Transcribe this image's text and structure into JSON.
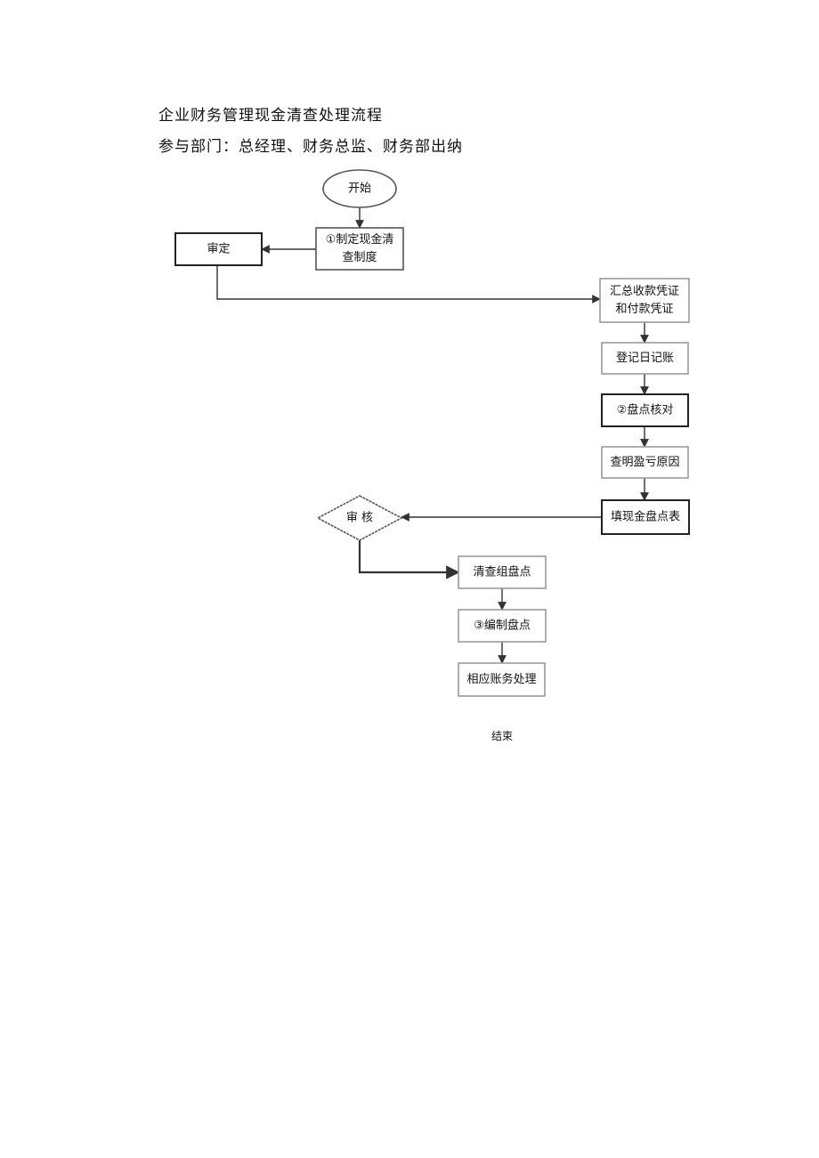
{
  "document": {
    "title": "企业财务管理现金清查处理流程",
    "departments": "参与部门：总经理、财务总监、财务部出纳"
  },
  "flowchart": {
    "nodes": [
      {
        "id": "start",
        "lines": [
          "开始"
        ]
      },
      {
        "id": "make-policy",
        "lines": [
          "①制定现金清",
          "查制度"
        ]
      },
      {
        "id": "approve",
        "lines": [
          "审定"
        ]
      },
      {
        "id": "summarize-vouchers",
        "lines": [
          "汇总收款凭证",
          "和付款凭证"
        ]
      },
      {
        "id": "register-journal",
        "lines": [
          "登记日记账"
        ]
      },
      {
        "id": "count-verify",
        "lines": [
          "②盘点核对"
        ]
      },
      {
        "id": "find-cause",
        "lines": [
          "查明盈亏原因"
        ]
      },
      {
        "id": "fill-table",
        "lines": [
          "填现金盘点表"
        ]
      },
      {
        "id": "review",
        "lines": [
          "审  核"
        ]
      },
      {
        "id": "team-count",
        "lines": [
          "清查组盘点"
        ]
      },
      {
        "id": "compile-count",
        "lines": [
          "③编制盘点"
        ]
      },
      {
        "id": "accounting",
        "lines": [
          "相应账务处理"
        ]
      },
      {
        "id": "end",
        "lines": [
          "结束"
        ]
      }
    ],
    "edges": [
      {
        "from": "start",
        "to": "make-policy"
      },
      {
        "from": "make-policy",
        "to": "approve"
      },
      {
        "from": "approve",
        "to": "summarize-vouchers"
      },
      {
        "from": "summarize-vouchers",
        "to": "register-journal"
      },
      {
        "from": "register-journal",
        "to": "count-verify"
      },
      {
        "from": "count-verify",
        "to": "find-cause"
      },
      {
        "from": "find-cause",
        "to": "fill-table"
      },
      {
        "from": "fill-table",
        "to": "review"
      },
      {
        "from": "review",
        "to": "team-count"
      },
      {
        "from": "team-count",
        "to": "compile-count"
      },
      {
        "from": "compile-count",
        "to": "accounting"
      }
    ]
  }
}
